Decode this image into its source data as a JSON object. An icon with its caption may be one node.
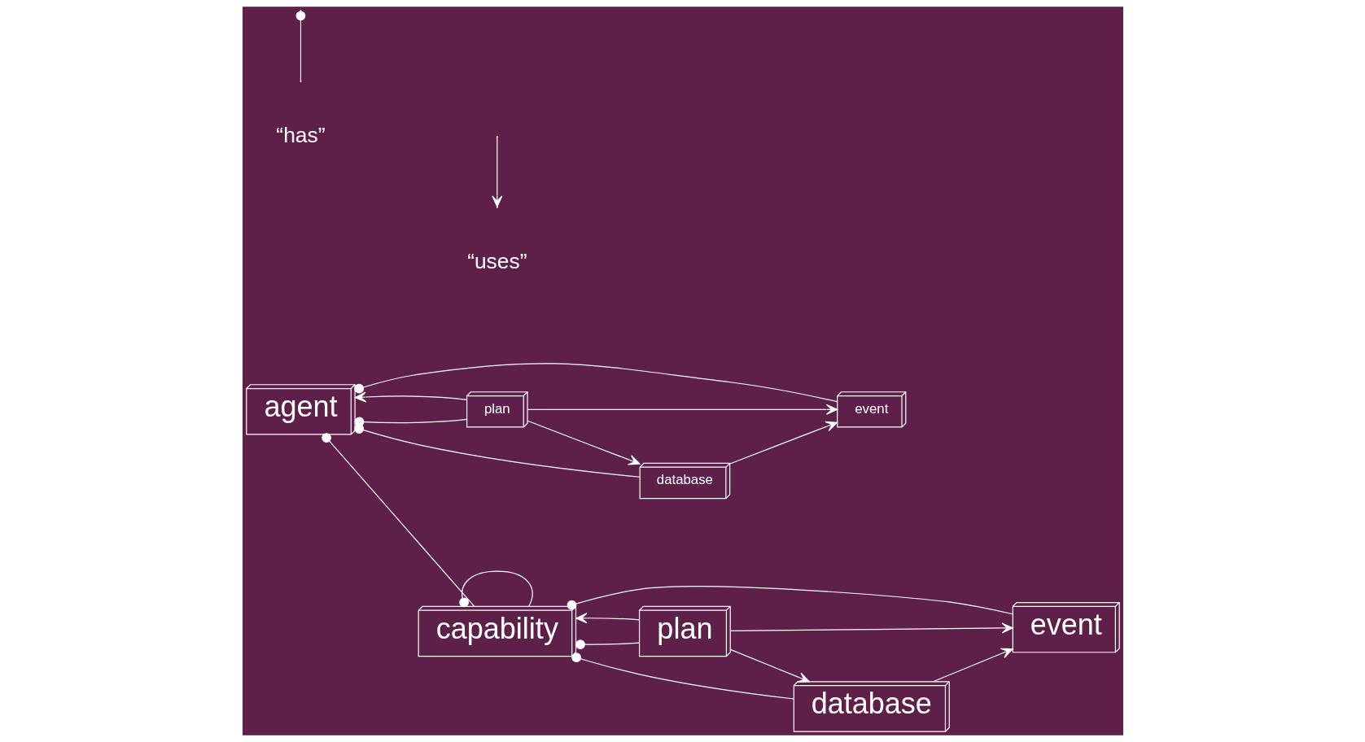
{
  "diagram": {
    "nodes": [
      {
        "text": [
          "agent"
        ]
      },
      {
        "text": [
          "event"
        ]
      },
      {
        "text": [
          "plan"
        ]
      },
      {
        "text": [
          "database"
        ]
      },
      {
        "text": [
          "capability"
        ]
      },
      {
        "text": [
          "event"
        ]
      },
      {
        "text": [
          "plan"
        ]
      },
      {
        "text": [
          "database"
        ]
      }
    ],
    "edges": [
      {
        "from": 0,
        "to": 1,
        "arrow": "other"
      },
      {
        "from": 0,
        "to": 2,
        "arrow": "other"
      },
      {
        "from": 2,
        "to": 0,
        "arrow": "to"
      },
      {
        "from": 0,
        "to": 3,
        "arrow": "other"
      },
      {
        "from": 2,
        "to": 1,
        "arrow": "to"
      },
      {
        "from": 2,
        "to": 3,
        "arrow": "to"
      },
      {
        "from": 3,
        "to": 1,
        "arrow": "to"
      },
      {
        "from": 0,
        "to": 4,
        "arrow": "other"
      },
      {
        "from": 4,
        "to": 4,
        "arrow": "other"
      },
      {
        "from": 4,
        "to": 5,
        "arrow": "other"
      },
      {
        "from": 4,
        "to": 6,
        "arrow": "other"
      },
      {
        "from": 6,
        "to": 4,
        "arrow": "to"
      },
      {
        "from": 4,
        "to": 7,
        "arrow": "other"
      },
      {
        "from": 6,
        "to": 5,
        "arrow": "to"
      },
      {
        "from": 6,
        "to": 7,
        "arrow": "to"
      },
      {
        "from": 7,
        "to": 5,
        "arrow": "to"
      }
    ],
    "legend": [
      {
        "text": "“has”"
      },
      {
        "text": "“uses”"
      }
    ]
  }
}
